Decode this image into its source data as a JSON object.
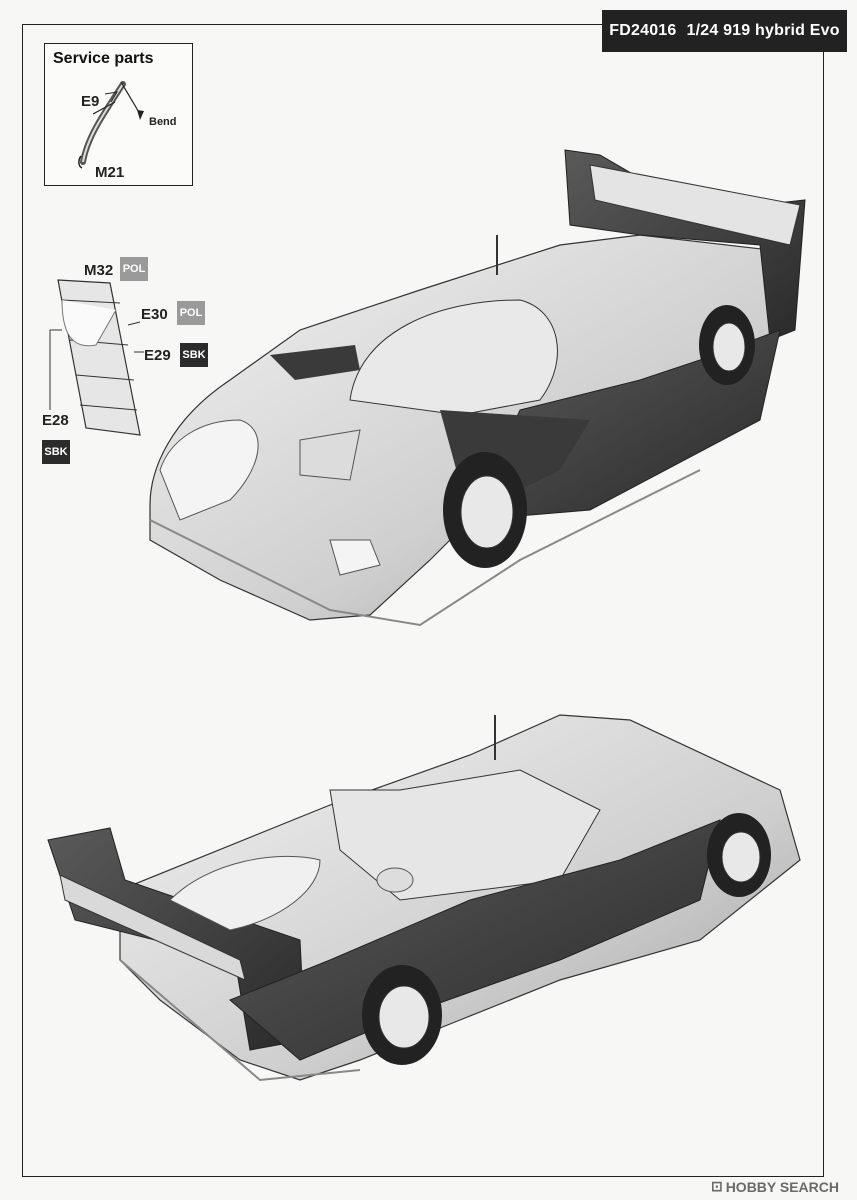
{
  "header": {
    "code": "FD24016",
    "scale_title": "1/24 919 hybrid Evo"
  },
  "service_parts": {
    "title": "Service parts",
    "e9": "E9",
    "bend": "Bend",
    "m21": "M21"
  },
  "parts": {
    "m32": "M32",
    "m32_badge": "POL",
    "e30": "E30",
    "e30_badge": "POL",
    "e29": "E29",
    "e29_badge": "SBK",
    "e28": "E28",
    "e28_badge": "SBK"
  },
  "watermark": {
    "text": "HOBBY SEARCH"
  }
}
